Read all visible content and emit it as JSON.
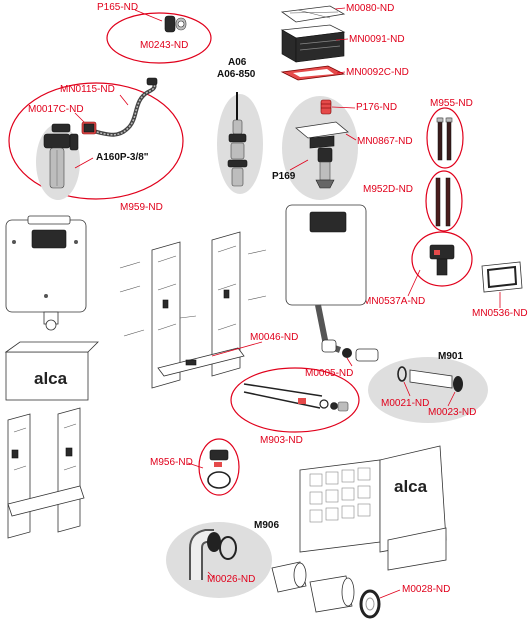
{
  "labels": {
    "p165": "P165-ND",
    "m0243": "M0243-ND",
    "m0080": "M0080-ND",
    "mn0091": "MN0091-ND",
    "mn0092c": "MN0092C-ND",
    "a06": "A06",
    "a06_850": "A06-850",
    "mn0115": "MN0115-ND",
    "m0017c": "M0017C-ND",
    "a160p": "A160P-3/8\"",
    "m959": "M959-ND",
    "p176": "P176-ND",
    "m955": "M955-ND",
    "mn0867": "MN0867-ND",
    "p169": "P169",
    "m952d": "M952D-ND",
    "mn0537a": "MN0537A-ND",
    "mn0536": "MN0536-ND",
    "m0046": "M0046-ND",
    "m901": "M901",
    "m0005": "M0005-ND",
    "m0021": "M0021-ND",
    "m0023": "M0023-ND",
    "m903": "M903-ND",
    "m956": "M956-ND",
    "m906": "M906",
    "m0026": "M0026-ND",
    "m0028": "M0028-ND"
  },
  "logos": {
    "cover_brand": "alca",
    "plate_brand": "alca"
  },
  "colors": {
    "label_red": "#e0001b",
    "group_gray": "#dedede",
    "label_black": "#111111"
  }
}
